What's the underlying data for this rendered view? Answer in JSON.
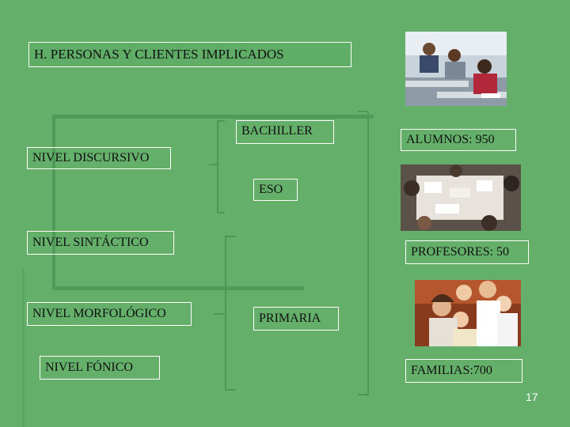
{
  "title": "H.  PERSONAS  Y  CLIENTES IMPLICADOS",
  "levels": {
    "discursivo": "NIVEL DISCURSIVO",
    "sintactico": "NIVEL SINTÁCTICO",
    "morfologico": "NIVEL MORFOLÓGICO",
    "fonico": "NIVEL FÓNICO"
  },
  "stages": {
    "bachiller": "BACHILLER",
    "eso": "ESO",
    "primaria": "PRIMARIA"
  },
  "clients": {
    "alumnos": "ALUMNOS: 950",
    "profesores": "PROFESORES: 50",
    "familias": "FAMILIAS:700"
  },
  "photos": [
    "students-in-classroom",
    "group-working-at-table",
    "family-portrait"
  ],
  "page_number": "17",
  "colors": {
    "background": "#64b06a",
    "box_border": "#ffffff",
    "accent_dark": "#3f8a4a"
  }
}
